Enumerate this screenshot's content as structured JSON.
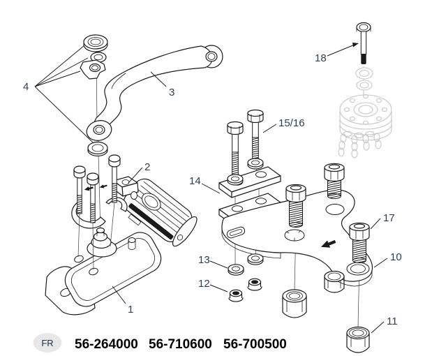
{
  "diagram": {
    "colors": {
      "background": "#ffffff",
      "line": "#1a1a1a",
      "callout_text": "#2c3e50",
      "ghost_reference": "#c6c6c6",
      "badge_fill": "#e8e8e8"
    },
    "callouts": {
      "n1": "1",
      "n2": "2",
      "n3": "3",
      "n4": "4",
      "n10": "10",
      "n11": "11",
      "n12": "12",
      "n13": "13",
      "n14": "14",
      "n15_16": "15/16",
      "n17": "17",
      "n18": "18"
    },
    "footer": {
      "language_badge": "FR",
      "part_numbers": [
        "56-264000",
        "56-710600",
        "56-700500"
      ]
    }
  }
}
